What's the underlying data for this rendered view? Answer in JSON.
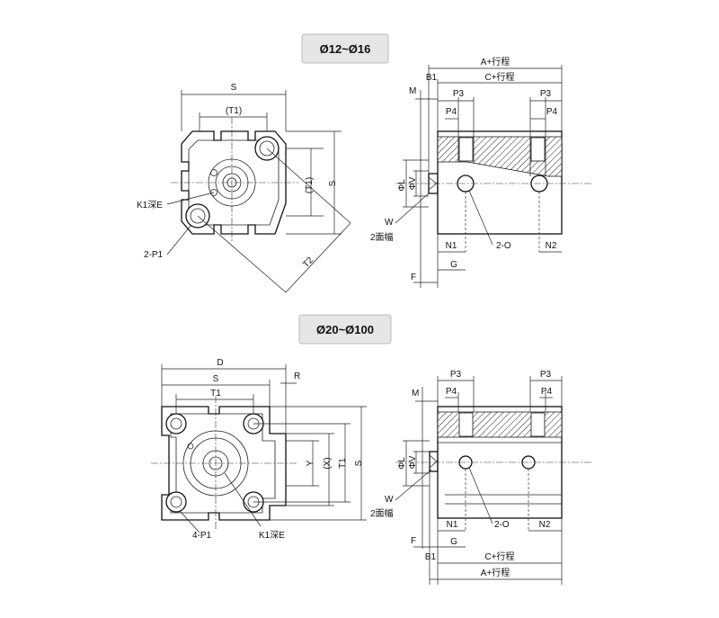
{
  "sections": [
    {
      "title": "Ø12~Ø16"
    },
    {
      "title": "Ø20~Ø100"
    }
  ],
  "top_front": {
    "S": "S",
    "T1": "(T1)",
    "T1_side": "(T1)",
    "S_side": "S",
    "T2": "T2",
    "K1": "K1深E",
    "P1": "2-P1"
  },
  "top_side": {
    "A": "A+行程",
    "C": "C+行程",
    "B1": "B1",
    "M": "M",
    "P3a": "P3",
    "P3b": "P3",
    "P4a": "P4",
    "P4b": "P4",
    "L": "ΦL",
    "V": "ΦV",
    "W": "W",
    "W2": "2面幅",
    "N1": "N1",
    "O": "2-O",
    "N2": "N2",
    "G": "G",
    "F": "F"
  },
  "bot_front": {
    "D": "D",
    "R": "R",
    "S": "S",
    "T1": "T1",
    "Y": "Y",
    "X": "(X)",
    "T1_side": "T1",
    "S_side": "S",
    "P1": "4-P1",
    "K1": "K1深E"
  },
  "bot_side": {
    "P3a": "P3",
    "P3b": "P3",
    "P4a": "P4",
    "P4b": "P4",
    "M": "M",
    "L": "ΦL",
    "V": "ΦV",
    "W": "W",
    "W2": "2面幅",
    "N1": "N1",
    "O": "2-O",
    "N2": "N2",
    "F": "F",
    "G": "G",
    "C": "C+行程",
    "B1": "B1",
    "A": "A+行程"
  }
}
